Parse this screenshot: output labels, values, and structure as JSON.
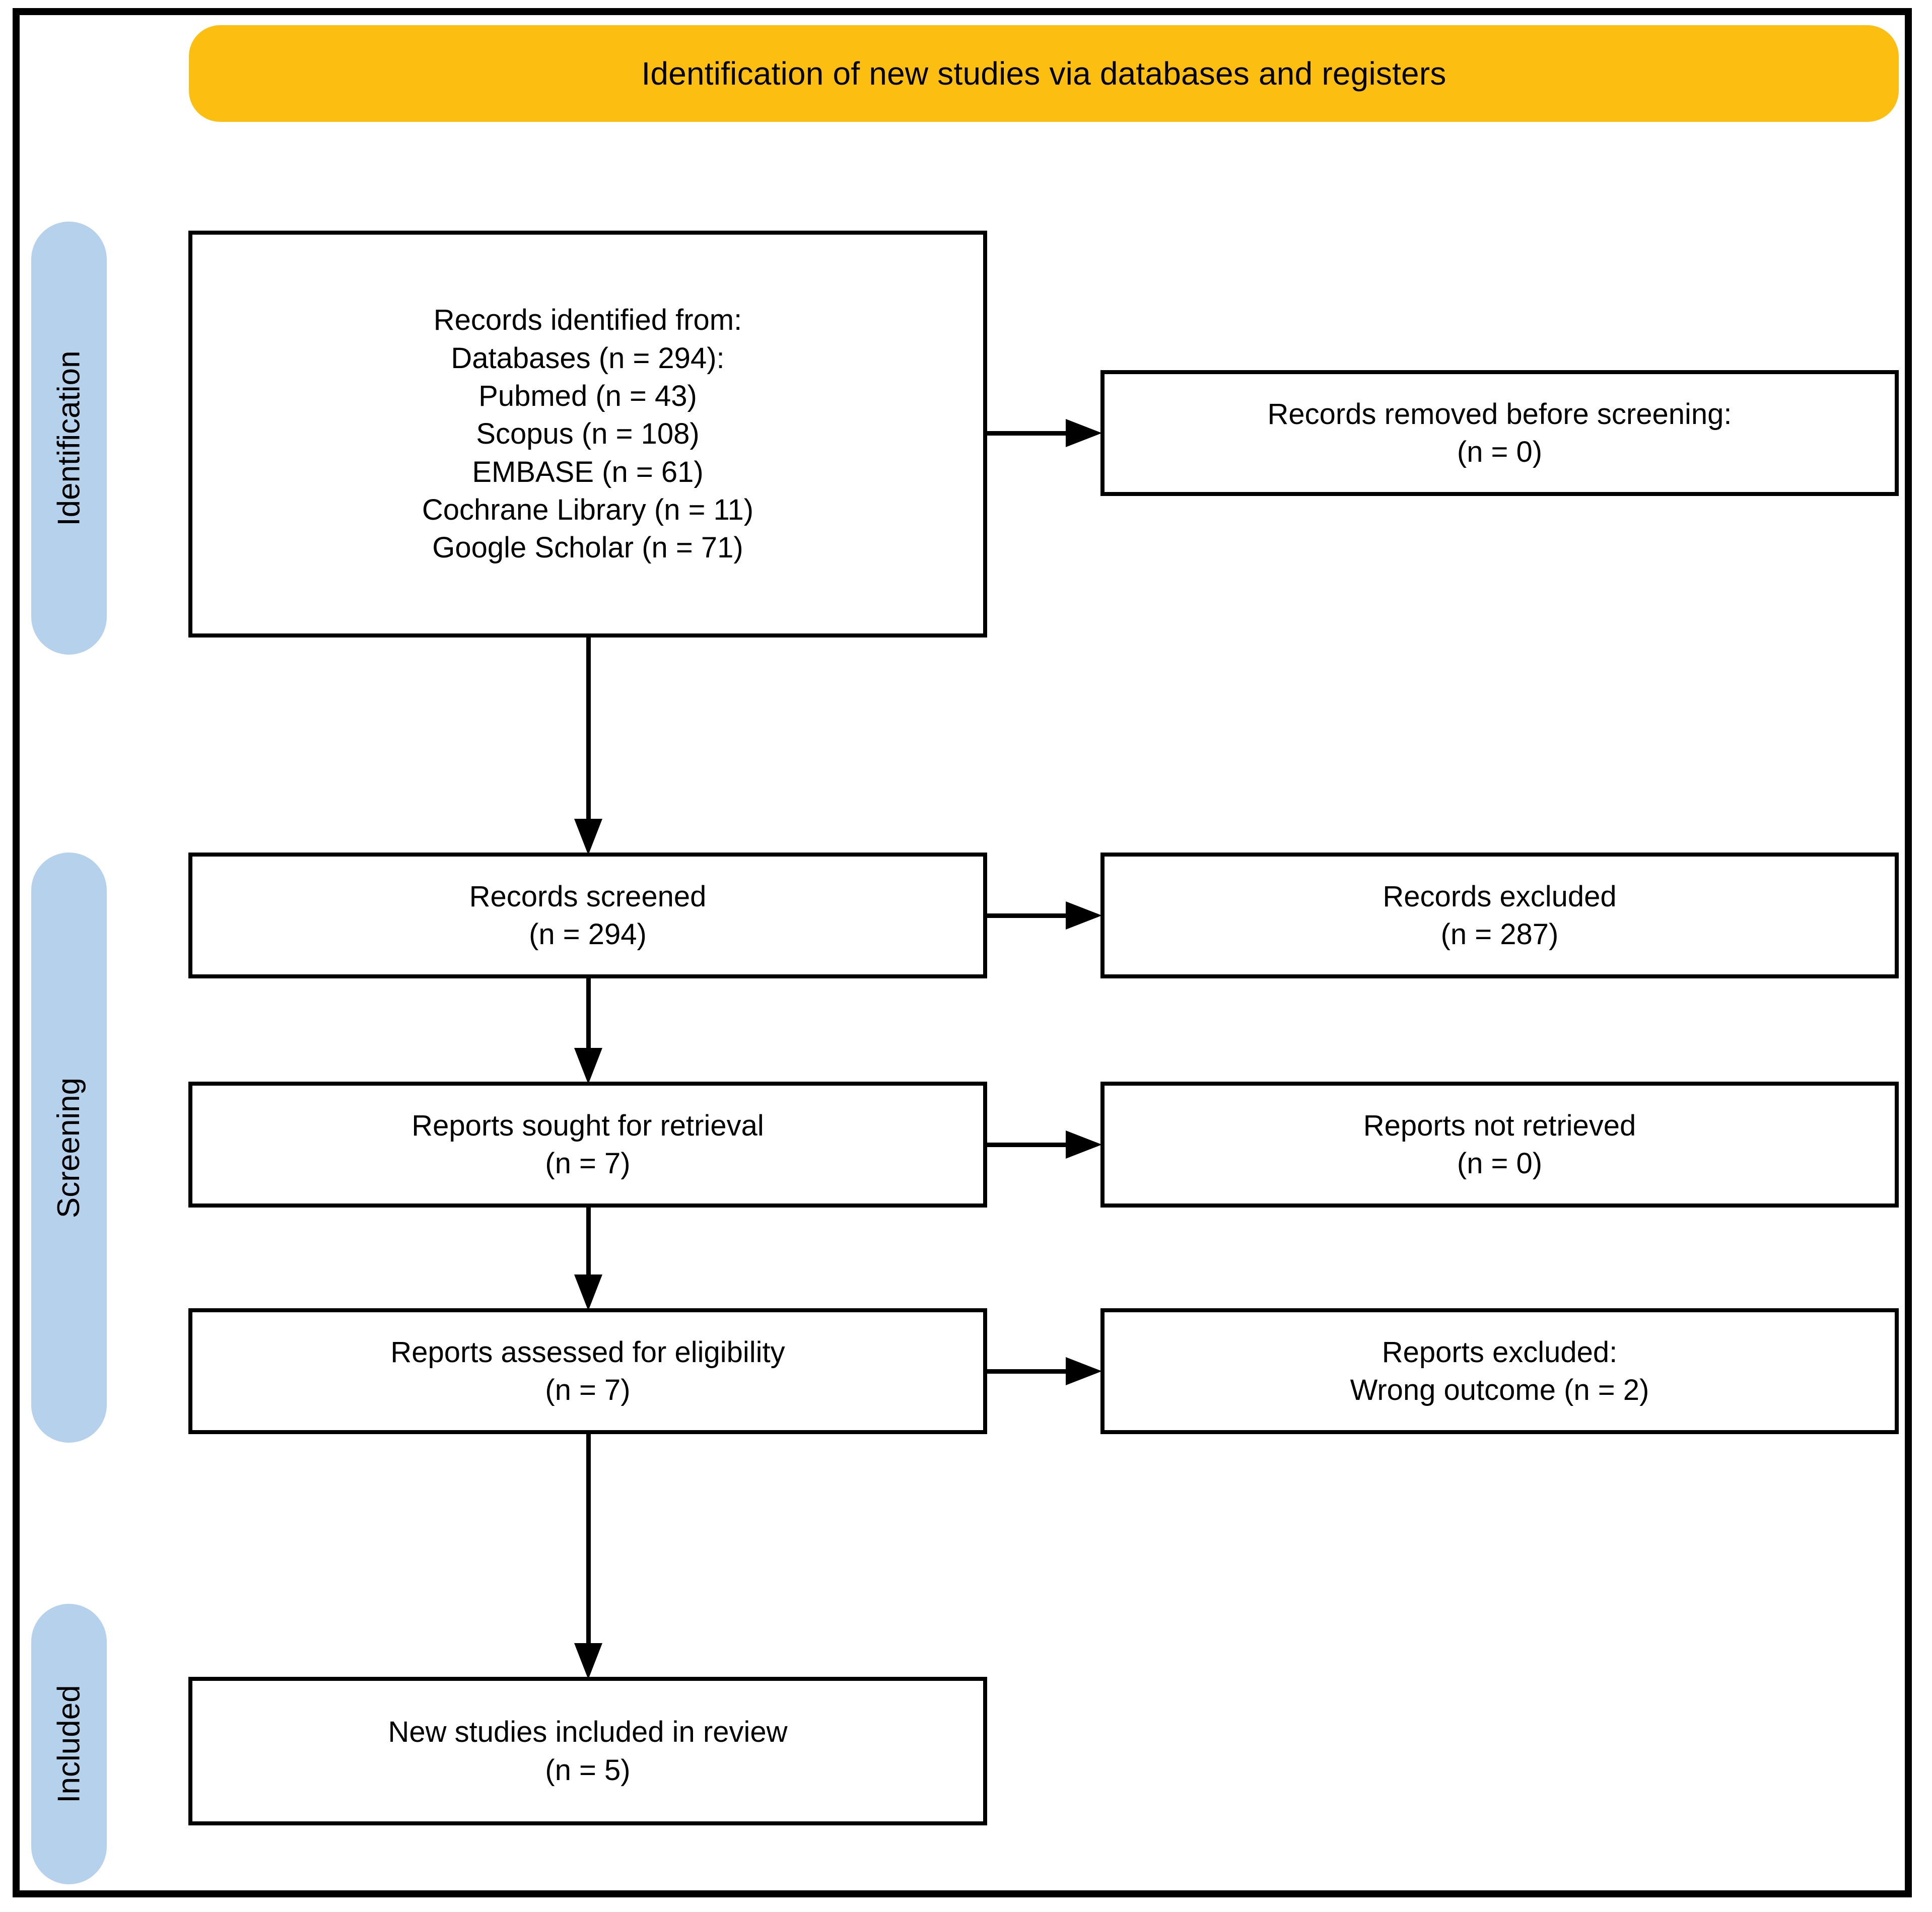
{
  "diagram": {
    "title": "Identification of new studies via databases and registers",
    "colors": {
      "banner": "#FDBE12",
      "stage_pill": "#B6D1EC",
      "box_border": "#000000",
      "frame": "#000000",
      "text": "#000000"
    },
    "stages": [
      {
        "id": "identification",
        "label": "Identification"
      },
      {
        "id": "screening",
        "label": "Screening"
      },
      {
        "id": "included",
        "label": "Included"
      }
    ],
    "boxes": {
      "identified": {
        "lines": [
          "Records identified from:",
          "Databases (n = 294):",
          "Pubmed (n = 43)",
          "Scopus (n = 108)",
          "EMBASE (n = 61)",
          "Cochrane Library (n = 11)",
          "Google Scholar (n = 71)"
        ]
      },
      "removed": {
        "lines": [
          "Records removed before screening:",
          "(n = 0)"
        ]
      },
      "screened": {
        "lines": [
          "Records screened",
          "(n = 294)"
        ]
      },
      "excluded_records": {
        "lines": [
          "Records excluded",
          "(n = 287)"
        ]
      },
      "sought": {
        "lines": [
          "Reports sought for retrieval",
          "(n = 7)"
        ]
      },
      "not_retrieved": {
        "lines": [
          "Reports not retrieved",
          "(n = 0)"
        ]
      },
      "assessed": {
        "lines": [
          "Reports assessed for eligibility",
          "(n = 7)"
        ]
      },
      "excluded_reports": {
        "lines": [
          "Reports excluded:",
          "Wrong outcome (n = 2)"
        ]
      },
      "included": {
        "lines": [
          "New studies included in review",
          "(n = 5)"
        ]
      }
    },
    "counts": {
      "databases_total": 294,
      "pubmed": 43,
      "scopus": 108,
      "embase": 61,
      "cochrane_library": 11,
      "google_scholar": 71,
      "records_removed_before_screening": 0,
      "records_screened": 294,
      "records_excluded": 287,
      "reports_sought": 7,
      "reports_not_retrieved": 0,
      "reports_assessed": 7,
      "reports_excluded_wrong_outcome": 2,
      "new_studies_included": 5
    }
  }
}
